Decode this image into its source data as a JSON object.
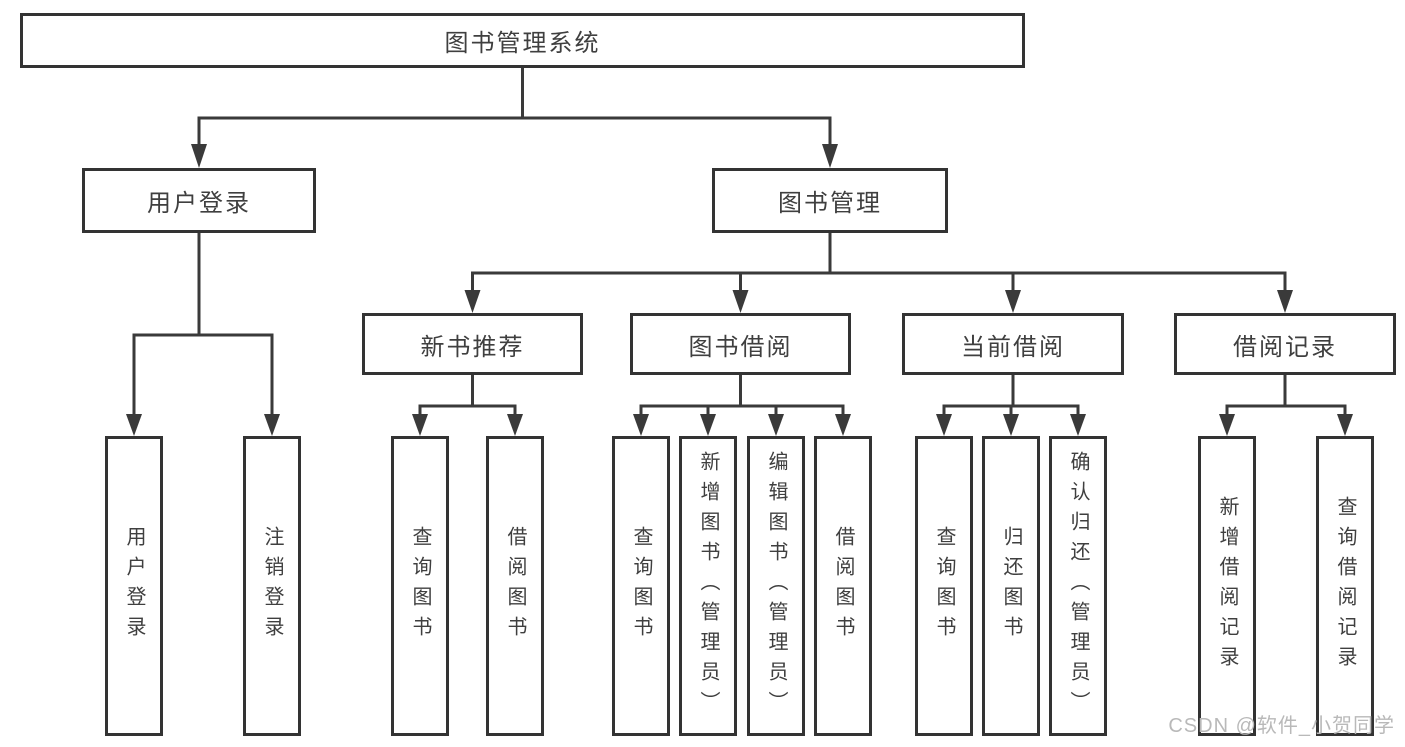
{
  "colors": {
    "line": "#3a3a3a",
    "border": "#333333",
    "text": "#3f3f3f",
    "watermark_gray": "#b9b9b9",
    "background": "#ffffff"
  },
  "diagram": {
    "root": {
      "label": "图书管理系统"
    },
    "branches": [
      {
        "label": "用户登录",
        "children": [
          {
            "label": "用户登录"
          },
          {
            "label": "注销登录"
          }
        ]
      },
      {
        "label": "图书管理",
        "children": [
          {
            "label": "新书推荐",
            "children": [
              {
                "label": "查询图书"
              },
              {
                "label": "借阅图书"
              }
            ]
          },
          {
            "label": "图书借阅",
            "children": [
              {
                "label": "查询图书"
              },
              {
                "label": "新增图书（管理员）"
              },
              {
                "label": "编辑图书（管理员）"
              },
              {
                "label": "借阅图书"
              }
            ]
          },
          {
            "label": "当前借阅",
            "children": [
              {
                "label": "查询图书"
              },
              {
                "label": "归还图书"
              },
              {
                "label": "确认归还（管理员）"
              }
            ]
          },
          {
            "label": "借阅记录",
            "children": [
              {
                "label": "新增借阅记录"
              },
              {
                "label": "查询借阅记录"
              }
            ]
          }
        ]
      }
    ],
    "watermark": "CSDN @软件_小贺同学"
  }
}
